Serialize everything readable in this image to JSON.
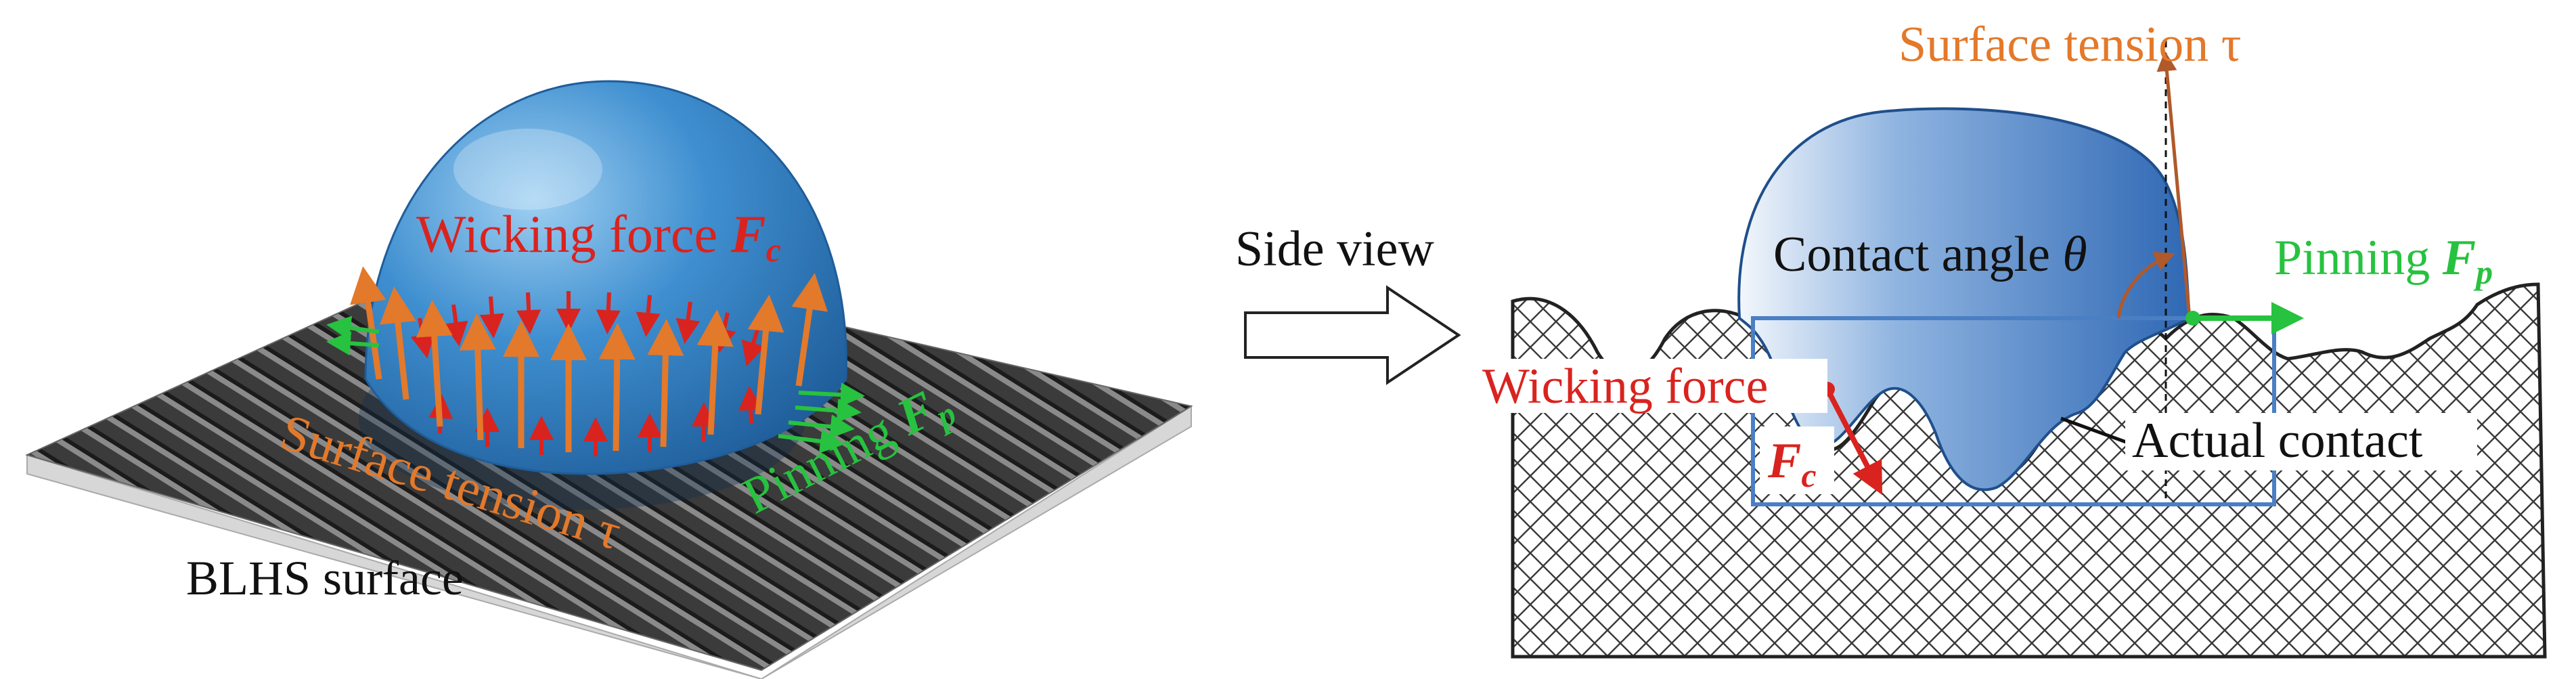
{
  "left_panel": {
    "wicking_label": "Wicking force ",
    "wicking_symbol": "F",
    "wicking_sub": "c",
    "tension_label": "Surface tension τ",
    "pinning_label": "Pinning ",
    "pinning_symbol": "F",
    "pinning_sub": "p",
    "surface_label": "BLHS surface"
  },
  "middle": {
    "side_view_label": "Side view"
  },
  "right_panel": {
    "tension_label": "Surface tension τ",
    "contact_angle_label": "Contact angle ",
    "contact_angle_symbol": "θ",
    "pinning_label": "Pinning ",
    "pinning_symbol": "F",
    "pinning_sub": "p",
    "wicking_label": "Wicking force",
    "wicking_symbol": "F",
    "wicking_sub": "c",
    "actual_contact_label": "Actual contact"
  },
  "colors": {
    "droplet": "#3f86c8",
    "wicking": "#d9231f",
    "tension": "#e3792b",
    "pinning": "#27c23f",
    "box": "#4a7fc4",
    "hatch": "#3a3a3a"
  }
}
